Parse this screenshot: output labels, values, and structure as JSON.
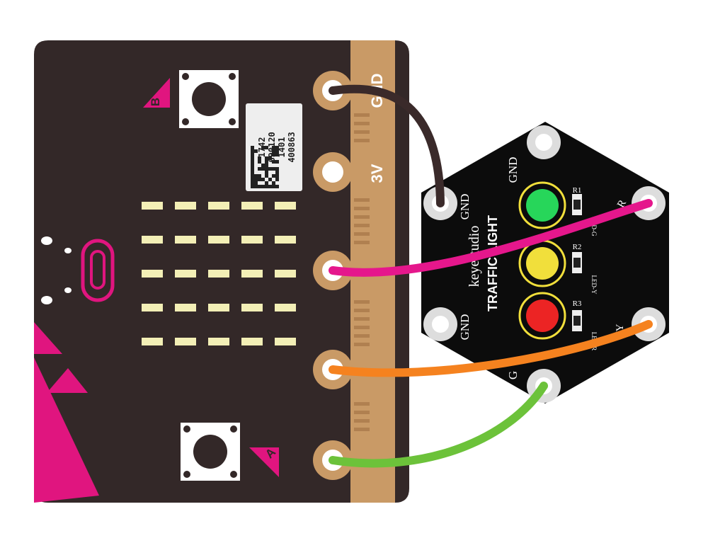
{
  "board": {
    "pin_labels": {
      "gnd": "GND",
      "v3": "3V"
    },
    "button_a_label": "A",
    "button_b_label": "B",
    "serial": [
      "400863",
      "1401",
      "690120",
      "1742"
    ]
  },
  "module": {
    "brand": "keyestudio",
    "name": "TRAFFIC LIGHT",
    "gnd_labels": [
      "GND",
      "GND",
      "GND",
      "G"
    ],
    "pad_labels": {
      "r": "R",
      "y": "Y"
    },
    "resistors": [
      "R1",
      "R2",
      "R3"
    ],
    "led_marks": [
      "LED-G",
      "LED-Y",
      "LED-R"
    ],
    "lights": [
      {
        "name": "green",
        "color": "#27d65a"
      },
      {
        "name": "yellow",
        "color": "#f1df3b"
      },
      {
        "name": "red",
        "color": "#ec2424"
      }
    ]
  },
  "wires": [
    {
      "name": "black",
      "color": "#3a2a2a"
    },
    {
      "name": "magenta",
      "color": "#e5178c"
    },
    {
      "name": "orange",
      "color": "#f5821f"
    },
    {
      "name": "green",
      "color": "#6cc23a"
    }
  ],
  "colors": {
    "board": "#332828",
    "edge": "#c99a66",
    "pink": "#e0157f",
    "led_matrix": "#f3efb6",
    "module": "#0c0c0c"
  }
}
